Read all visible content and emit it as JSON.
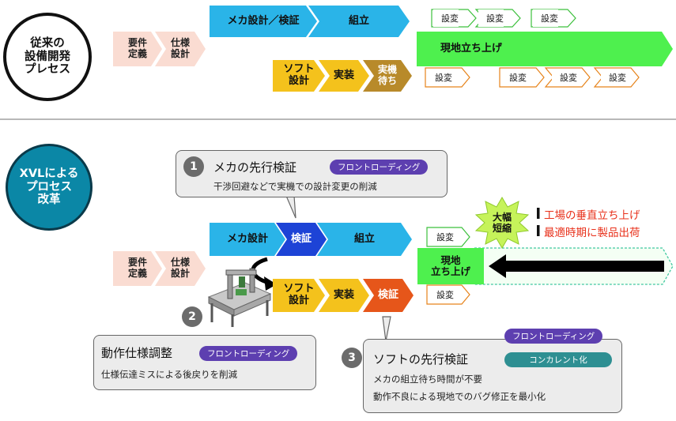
{
  "top": {
    "label": "従来の\n設備開発\nプレセス",
    "req": "要件\n定義",
    "spec": "仕様\n設計",
    "mech": "メカ設計／検証",
    "assembly": "組立",
    "soft": "ソフト\n設計",
    "impl": "実装",
    "wait": "実機\n待ち",
    "site": "現地立ち上げ",
    "mod": "設変"
  },
  "bottom": {
    "label": "XVLによる\nプロセス\n改革",
    "req": "要件\n定義",
    "spec": "仕様\n設計",
    "mech": "メカ設計",
    "verify": "検証",
    "assembly": "組立",
    "soft": "ソフト\n設計",
    "impl": "実装",
    "verify2": "検証",
    "site": "現地\n立ち上げ",
    "mod": "設変",
    "burst": "大幅\n短縮",
    "benefit1": "工場の垂直立ち上げ",
    "benefit2": "最適時期に製品出荷"
  },
  "callout1": {
    "num": "1",
    "title": "メカの先行検証",
    "tag": "フロントローディング",
    "desc": "干渉回避などで実機での設計変更の削減"
  },
  "callout2": {
    "num": "2",
    "title": "動作仕様調整",
    "tag": "フロントローディング",
    "desc": "仕様伝達ミスによる後戻りを削減"
  },
  "callout3": {
    "num": "3",
    "title": "ソフトの先行検証",
    "tag1": "フロントローディング",
    "tag2": "コンカレント化",
    "desc1": "メカの組立待ち時間が不要",
    "desc2": "動作不良による現地でのバグ修正を最小化"
  },
  "colors": {
    "pink": "#fadcd2",
    "blue": "#2ab4e8",
    "navy": "#1d43d6",
    "gold": "#f4c21c",
    "brown": "#b88a2a",
    "orange": "#e6561a",
    "green": "#4ef04e",
    "red": "#e8301a",
    "purple": "#5d3fb0",
    "teal": "#2e8f92",
    "cyan_circle": "#0b87a6"
  }
}
